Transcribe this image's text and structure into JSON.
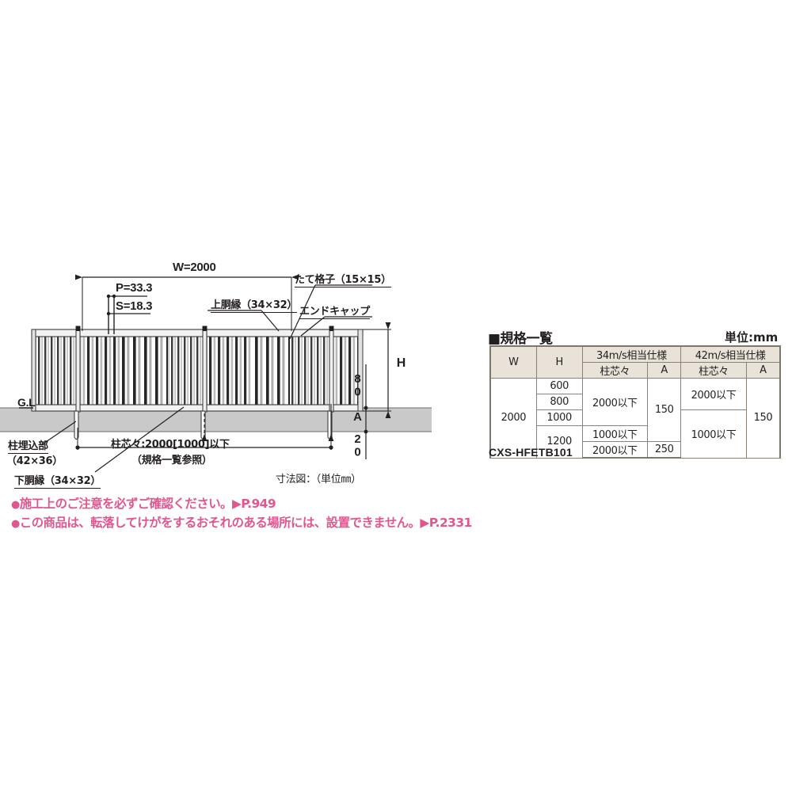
{
  "drawing": {
    "caption": "寸法図：（単位㎜）",
    "dimensions": {
      "overall_width": "W=2000",
      "pitch": "P=33.3",
      "slat_gap": "S=18.3",
      "height": "H",
      "top_rail_offset": "80",
      "embed_a": "A",
      "ground_offset": "20",
      "ground_line": "G.L",
      "post_spacing": "柱芯々:2000[1000]以下",
      "post_spacing_note": "（規格一覧参照）"
    },
    "callouts": {
      "upper_rail": "上胴縁（34×32）",
      "vertical_lattice": "たて格子（15×15）",
      "end_cap": "エンドキャップ",
      "post_embed": "柱埋込部",
      "post_embed_size": "（42×36）",
      "lower_rail": "下胴縁（34×32）"
    }
  },
  "spec_table": {
    "title": "■規格一覧",
    "unit": "単位:mm",
    "product_code": "CXS-HFETB101",
    "headers": {
      "w": "W",
      "h": "H",
      "group_34": "34m/s相当仕様",
      "group_42": "42m/s相当仕様",
      "pitch": "柱芯々",
      "a": "A"
    },
    "rows": [
      {
        "w": "2000",
        "h": "600",
        "p34": "2000以下",
        "a34": "150",
        "p42": "2000以下",
        "a42": "150"
      },
      {
        "w": "",
        "h": "800",
        "p34": "",
        "a34": "",
        "p42": "",
        "a42": ""
      },
      {
        "w": "",
        "h": "1000",
        "p34": "",
        "a34": "",
        "p42": "1000以下",
        "a42": ""
      },
      {
        "w": "",
        "h": "1200",
        "p34": "1000以下",
        "a34": "",
        "p42": "",
        "a42": ""
      },
      {
        "w": "",
        "h": "",
        "p34": "2000以下",
        "a34": "250",
        "p42": "",
        "a42": ""
      }
    ]
  },
  "notes": [
    {
      "bullet": "●",
      "text": "施工上のご注意を必ずご確認ください。▶P.949"
    },
    {
      "bullet": "●",
      "text": "この商品は、転落してけがをするおそれのある場所には、設置できません。▶P.2331"
    }
  ]
}
